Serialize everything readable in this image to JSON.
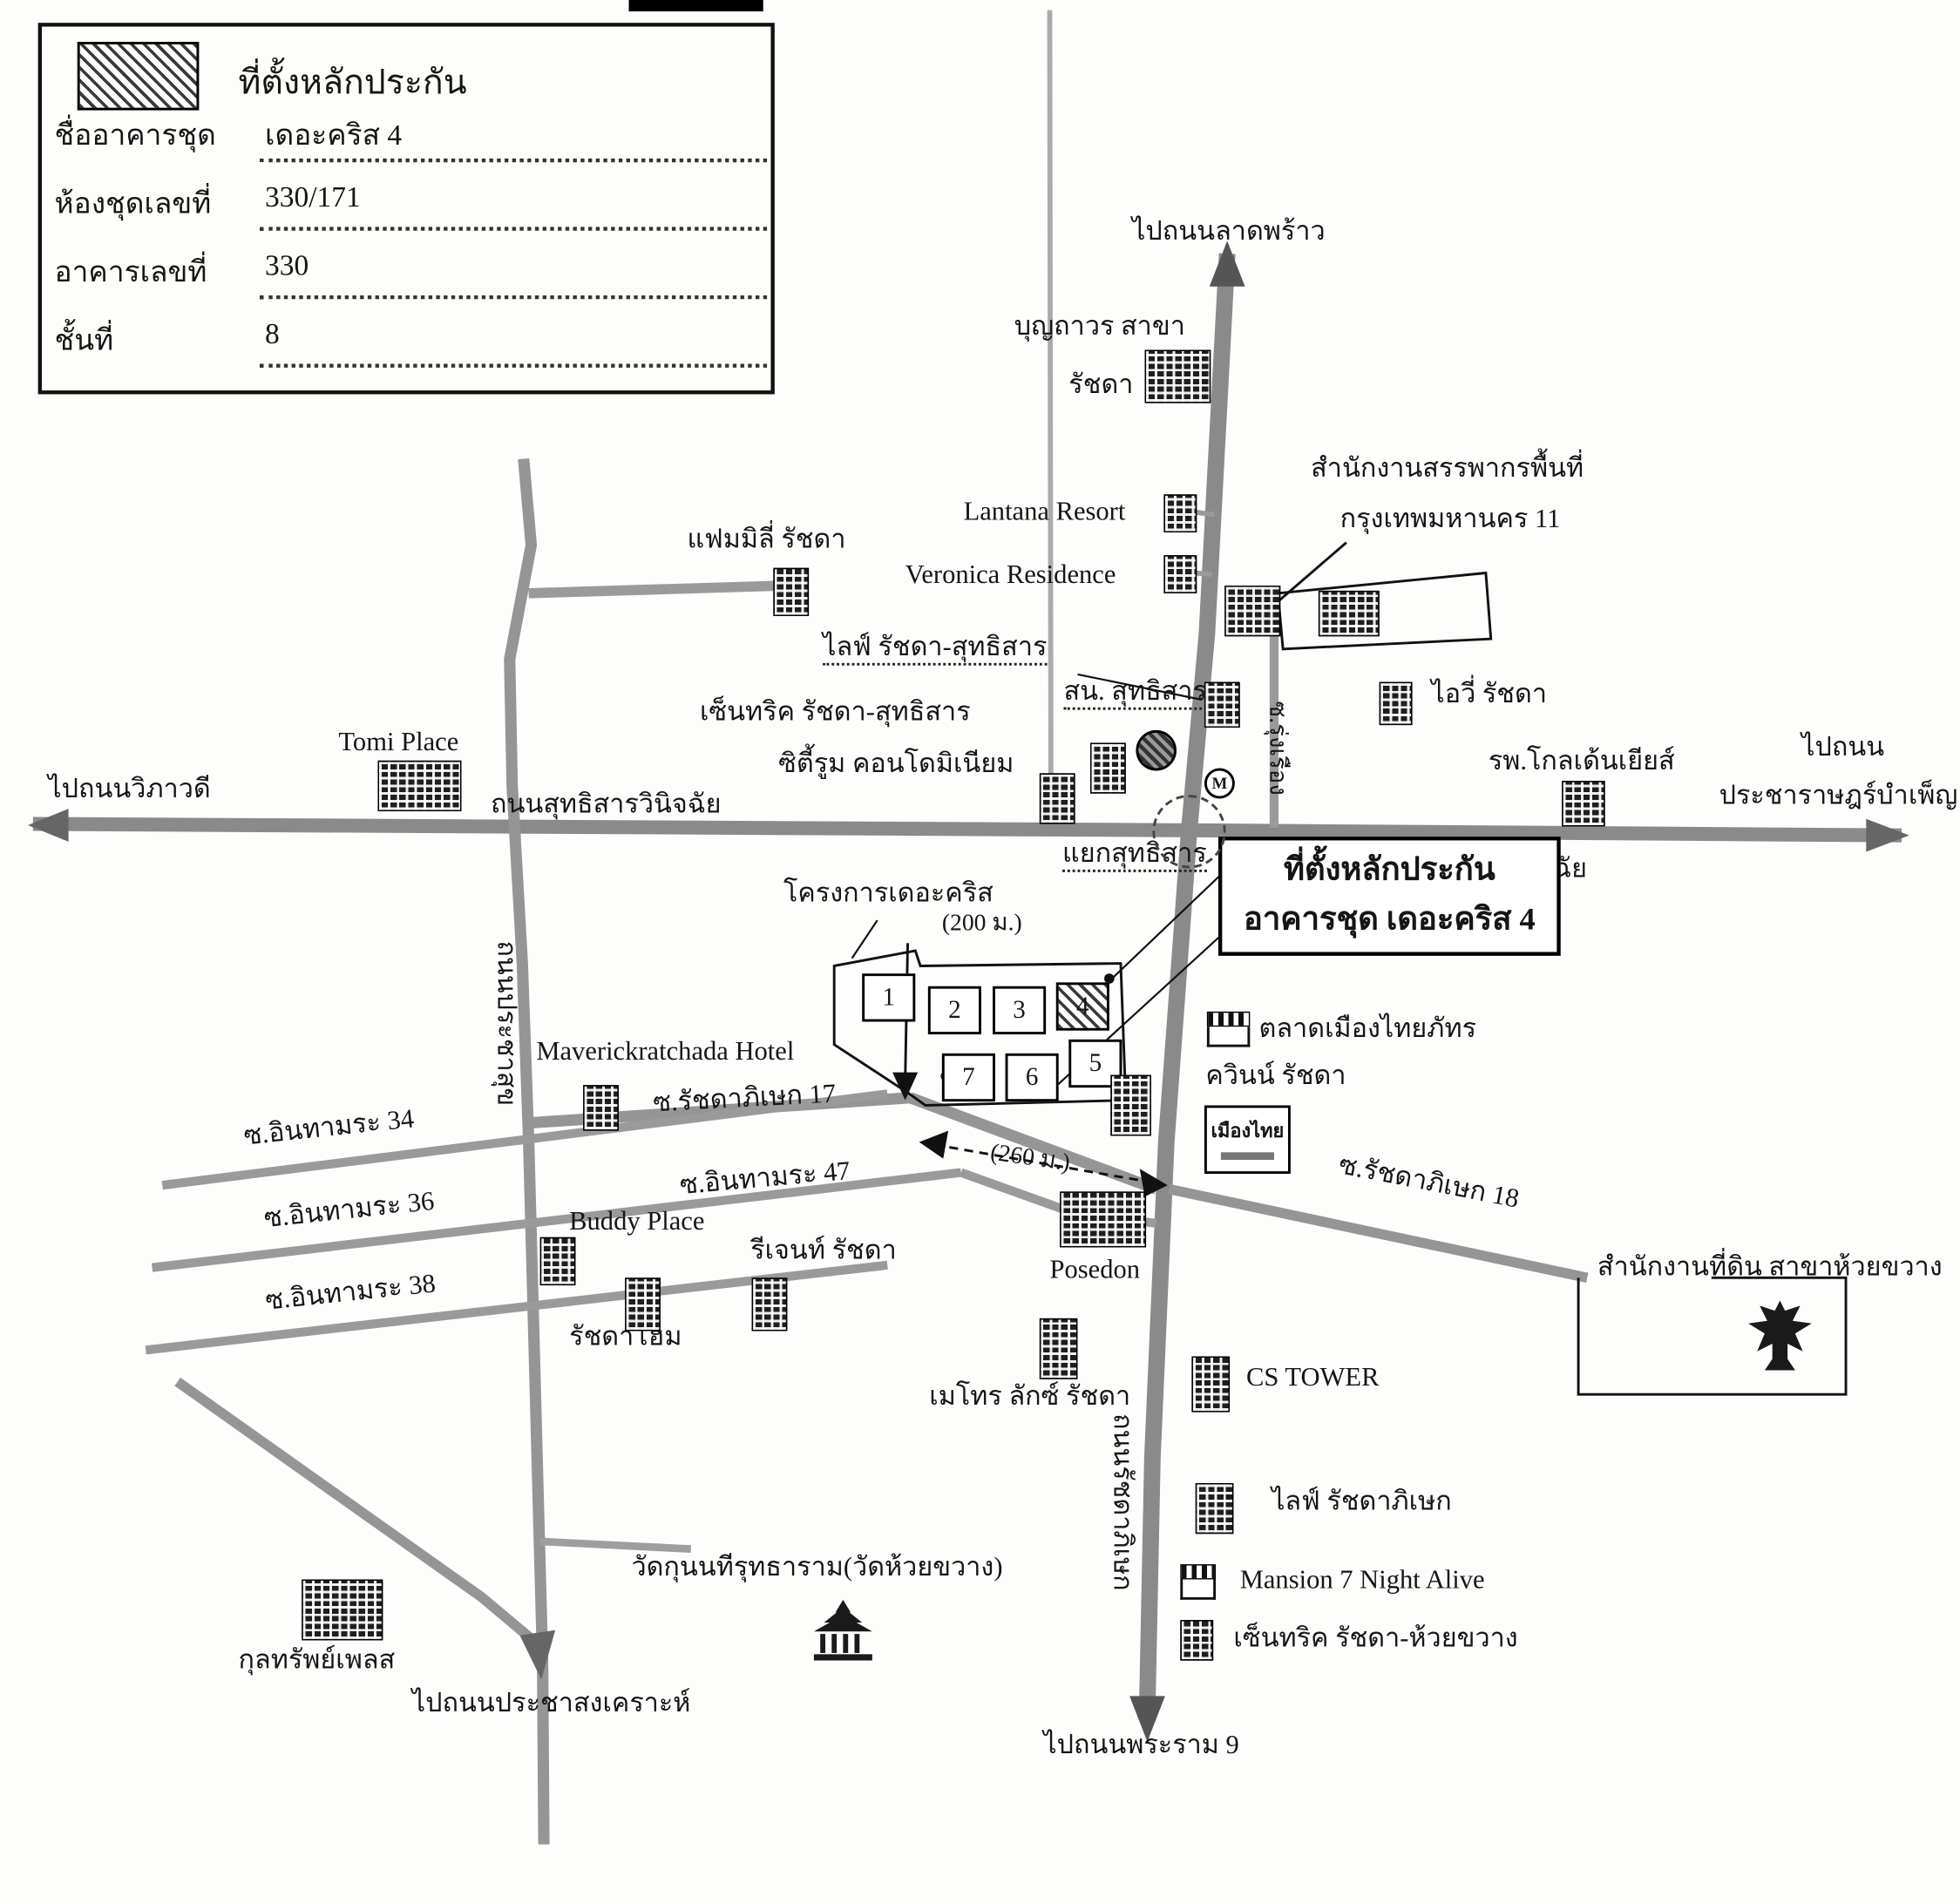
{
  "legend": {
    "title": "ที่ตั้งหลักประกัน",
    "rows": [
      {
        "label": "ชื่ออาคารชุด",
        "value": "เดอะคริส 4"
      },
      {
        "label": "ห้องชุดเลขที่",
        "value": "330/171"
      },
      {
        "label": "อาคารเลขที่",
        "value": "330"
      },
      {
        "label": "ชั้นที่",
        "value": "8"
      }
    ]
  },
  "directions": {
    "north": "ไปถนนลาดพร้าว",
    "west": "ไปถนนวิภาวดี",
    "east_line1": "ไปถนน",
    "east_line2": "ประชาราษฎร์บำเพ็ญ",
    "south": "ไปถนนพระราม 9",
    "southwest": "ไปถนนประชาสงเคราะห์"
  },
  "roads": {
    "sutthisan_west": "ถนนสุทธิสารวินิจฉัย",
    "sutthisan_east": "ถนนสุทธิสารวินิจฉัย",
    "prachasuk": "ถนนประชาสุข",
    "ratchadaphisek": "ถนนรัชดาภิเษก",
    "rung_rueang": "ซ.รุ่งเรือง",
    "ratchada_17": "ซ.รัชดาภิเษก 17",
    "ratchada_18": "ซ.รัชดาภิเษก 18",
    "inthamara_34": "ซ.อินทามระ 34",
    "inthamara_36": "ซ.อินทามระ 36",
    "inthamara_38": "ซ.อินทามระ 38",
    "inthamara_47": "ซ.อินทามระ 47",
    "junction": "แยกสุทธิสาร"
  },
  "places": {
    "tomi_place": "Tomi Place",
    "family_ratchada": "แฟมมิลี่ รัชดา",
    "boonthavorn_line1": "บุญถาวร สาขา",
    "boonthavorn_line2": "รัชดา",
    "lantana_resort": "Lantana Resort",
    "veronica_residence": "Veronica Residence",
    "revenue_office_line1": "สำนักงานสรรพากรพื้นที่",
    "revenue_office_line2": "กรุงเทพมหานคร 11",
    "life_sutthisan": "ไลฟ์ รัชดา-สุทธิสาร",
    "police_station": "สน. สุทธิสาร",
    "centric_sutthisan": "เซ็นทริค รัชดา-สุทธิสาร",
    "cityroom_condo": "ซิตี้รูม คอนโดมิเนียม",
    "ivy_ratchada": "ไอวี่ รัชดา",
    "golden_years_hospital": "รพ.โกลเด้นเยียส์",
    "muangthai_market": "ตลาดเมืองไทยภัทร",
    "quinn_ratchada": "ควินน์ รัชดา",
    "maverick_hotel": "Maverickratchada Hotel",
    "buddy_place": "Buddy Place",
    "regent_ratchada": "รีเจนท์ รัชดา",
    "ratchada_home": "รัชดาโฮม",
    "posedon": "Posedon",
    "metro_luxe": "เมโทร ลักซ์ รัชดา",
    "cs_tower": "CS TOWER",
    "land_office": "สำนักงานที่ดิน สาขาห้วยขวาง",
    "life_ratchadaphisek": "ไลฟ์ รัชดาภิเษก",
    "mansion7": "Mansion 7 Night Alive",
    "centric_huaikhwang": "เซ็นทริค รัชดา-ห้วยขวาง",
    "kunlasap_place": "กุลทรัพย์เพลส",
    "wat_huaikhwang": "วัดกุนนทีรุทธาราม(วัดห้วยขวาง)"
  },
  "project": {
    "title": "โครงการเดอะคริส",
    "distance_200": "(200 ม.)",
    "distance_260": "(260 ม.)",
    "plots": [
      "1",
      "2",
      "3",
      "4",
      "5",
      "6",
      "7"
    ]
  },
  "callout": {
    "line1": "ที่ตั้งหลักประกัน",
    "line2": "อาคารชุด เดอะคริส 4"
  },
  "transit": {
    "mrt": "M"
  },
  "logo": {
    "muangthai": "เมืองไทย"
  }
}
